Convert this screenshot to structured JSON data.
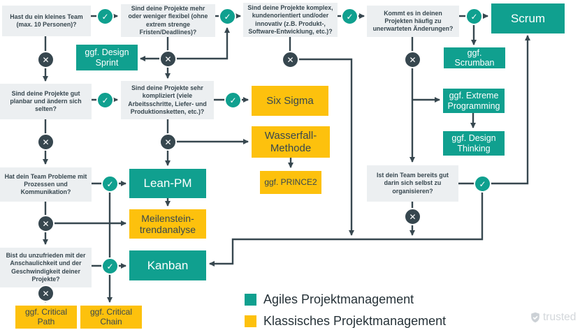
{
  "colors": {
    "agile_teal": "#10A08F",
    "classic_yellow": "#FDC10D",
    "question_gray": "#ECEFF1",
    "line_dark": "#37474F"
  },
  "icons": {
    "yes_check": "✓",
    "no_x": "✕"
  },
  "questions": {
    "small_team": "Hast du ein kleines Team (max. 10 Personen)?",
    "flexible": "Sind deine Projekte mehr oder weniger flexibel (ohne extrem strenge Fristen/Deadlines)?",
    "complex": "Sind deine Projekte komplex, kundenorientiert und/oder innovativ (z.B. Produkt-, Software-Entwicklung, etc.)?",
    "unexpected_changes": "Kommt es in deinen Projekten häufig zu unerwarteten Änderungen?",
    "plannable": "Sind deine Projekte gut planbar und ändern sich selten?",
    "complicated": "Sind deine Projekte sehr kompliziert (viele Arbeitsschritte, Liefer- und Produktionsketten, etc.)?",
    "process_problems": "Hat dein Team Probleme mit Prozessen und Kommunikation?",
    "clarity_speed": "Bist du unzufrieden mit der Anschaulichkeit und der Geschwindigkeit deiner Projekte?",
    "self_organized": "Ist dein Team bereits gut darin sich selbst zu organisieren?"
  },
  "methods": {
    "agile": {
      "scrum": "Scrum",
      "scrumban": "ggf. Scrumban",
      "extreme_programming": "ggf. Extreme Programming",
      "design_thinking": "ggf. Design Thinking",
      "design_sprint": "ggf. Design Sprint",
      "lean_pm": "Lean-PM",
      "kanban": "Kanban"
    },
    "classic": {
      "six_sigma": "Six Sigma",
      "waterfall": "Wasserfall-Methode",
      "prince2": "ggf. PRINCE2",
      "milestone_trend": "Meilenstein-trendanalyse",
      "critical_path": "ggf. Critical Path",
      "critical_chain": "ggf. Critical Chain"
    }
  },
  "legend": {
    "agile": "Agiles Projektmanagement",
    "classic": "Klassisches Projektmanagement"
  },
  "watermark": "trusted"
}
